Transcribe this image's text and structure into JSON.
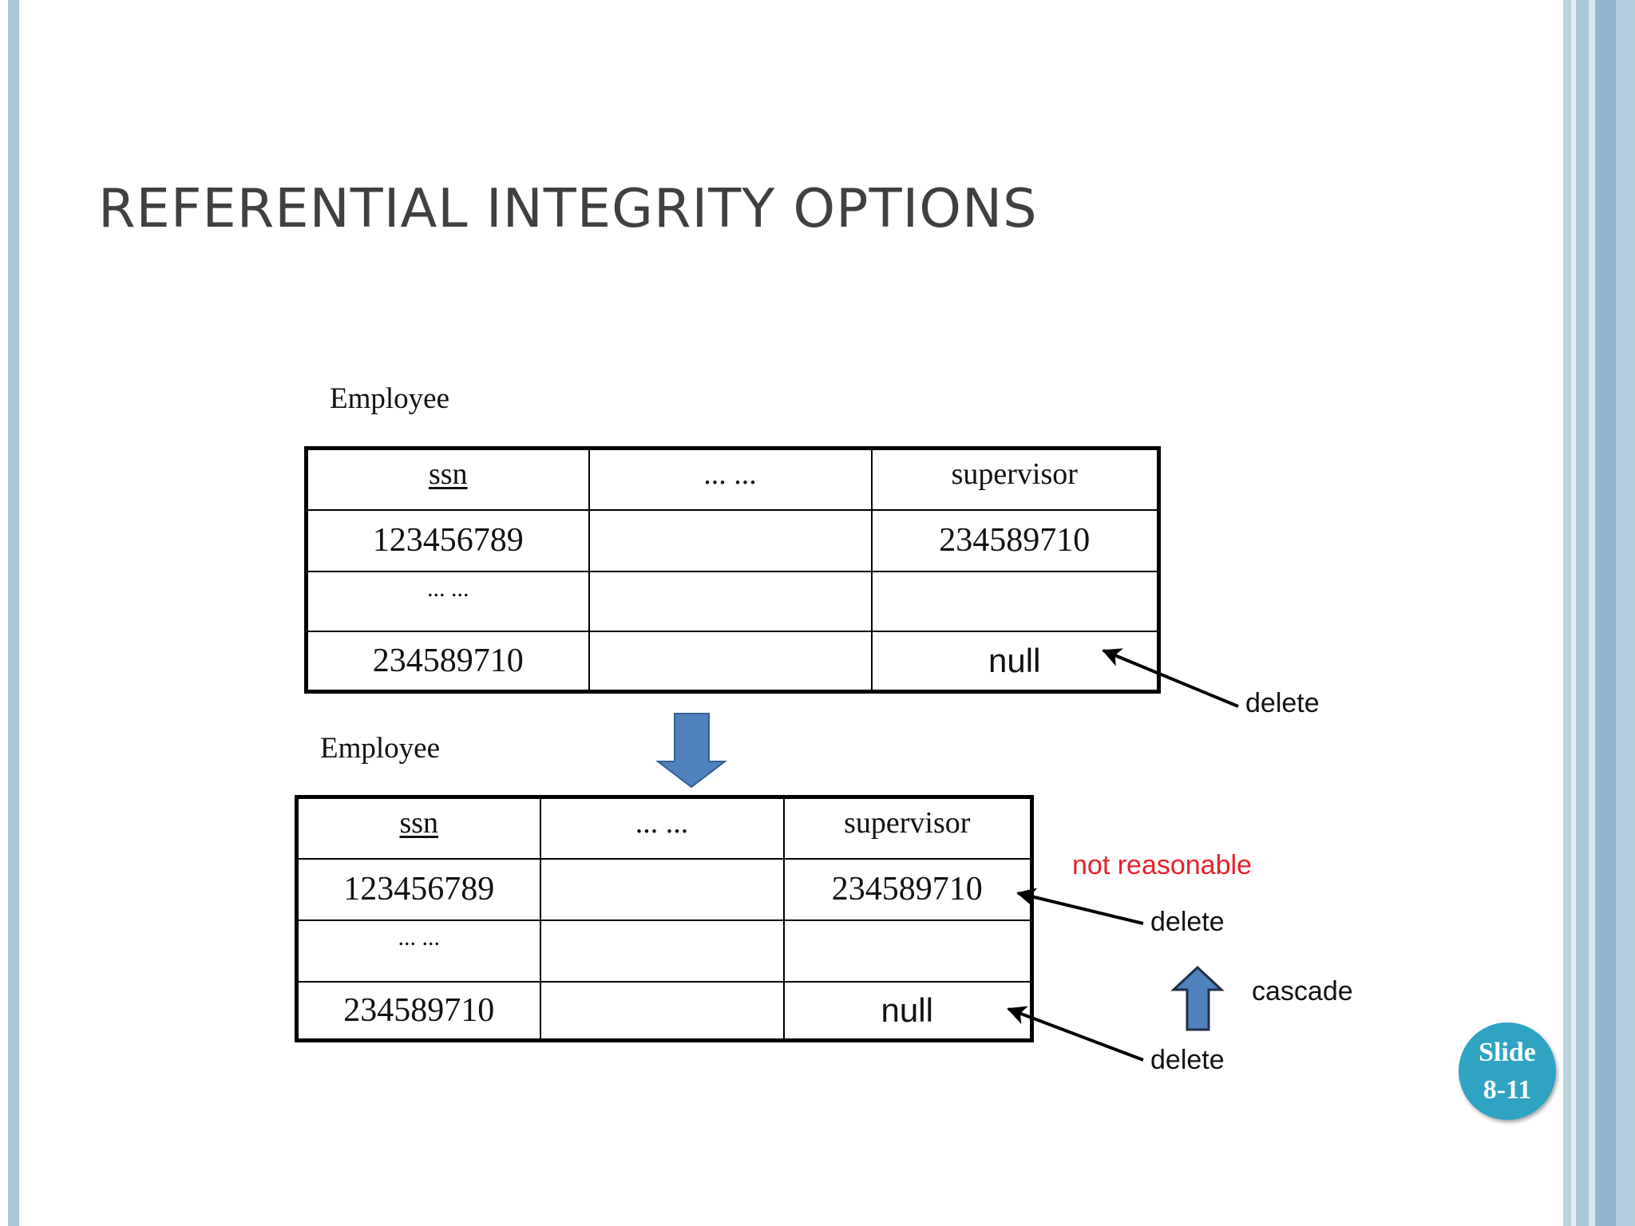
{
  "slide": {
    "title": "REFERENTIAL INTEGRITY OPTIONS",
    "badge": {
      "line1": "Slide",
      "line2": "8-11"
    }
  },
  "colors": {
    "frame": "#a9c8d8",
    "badge": "#2fa3c2",
    "block_arrow": "#4f81bd",
    "warning_text": "#e8202a"
  },
  "top_table": {
    "caption": "Employee",
    "headers": [
      "ssn",
      "... ...",
      "supervisor"
    ],
    "rows": [
      [
        "123456789",
        "",
        "234589710"
      ],
      [
        "... ...",
        "",
        ""
      ],
      [
        "234589710",
        "",
        "null"
      ]
    ]
  },
  "bottom_table": {
    "caption": "Employee",
    "headers": [
      "ssn",
      "... ...",
      "supervisor"
    ],
    "rows": [
      [
        "123456789",
        "",
        "234589710"
      ],
      [
        "... ...",
        "",
        ""
      ],
      [
        "234589710",
        "",
        "null"
      ]
    ]
  },
  "annotations": {
    "top_delete": "delete",
    "not_reasonable": "not reasonable",
    "middle_delete": "delete",
    "cascade": "cascade",
    "bottom_delete": "delete"
  }
}
